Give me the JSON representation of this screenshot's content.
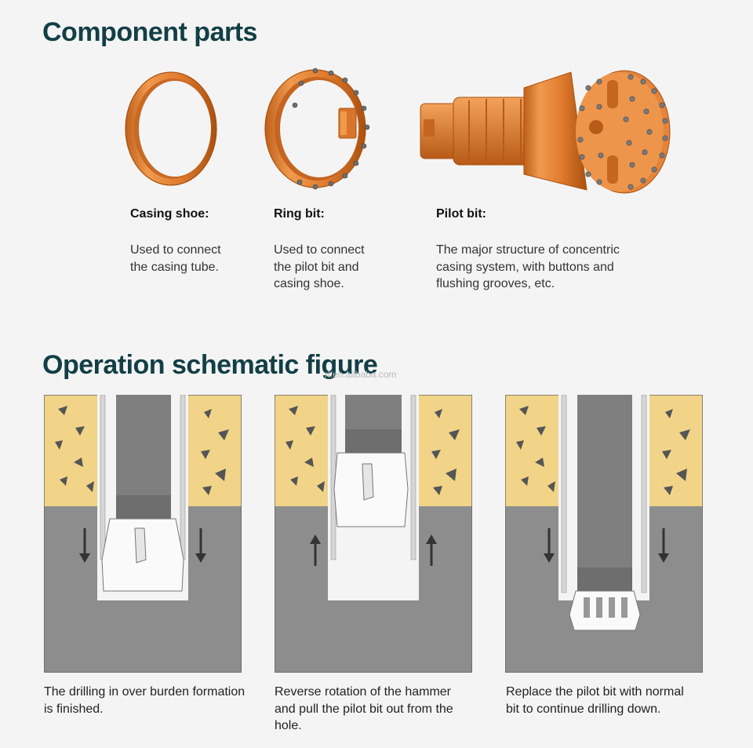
{
  "component_section": {
    "title": "Component parts",
    "parts": [
      {
        "name": "Casing shoe:",
        "description": "Used to connect\nthe casing tube."
      },
      {
        "name": "Ring bit:",
        "description": "Used to connect\nthe pilot bit and\ncasing shoe."
      },
      {
        "name": "Pilot bit:",
        "description": "The major structure of concentric\ncasing system, with buttons and\nflushing grooves, etc."
      }
    ]
  },
  "operation_section": {
    "title": "Operation schematic figure",
    "watermark": "rl.en.alibaba.com",
    "steps": [
      {
        "caption": "The drilling in over burden formation\nis finished.",
        "arrow_direction": "down"
      },
      {
        "caption": "Reverse rotation of the hammer\nand pull the pilot bit out from the\nhole.",
        "arrow_direction": "up"
      },
      {
        "caption": "Replace the pilot bit with normal\nbit to continue drilling down.",
        "arrow_direction": "down"
      }
    ]
  },
  "colors": {
    "heading": "#123f45",
    "orange": "#e07b2e",
    "orange_dark": "#b85a18",
    "sand": "#f1d488",
    "rock": "#8d8d8d",
    "steel": "#7f7f7f"
  }
}
